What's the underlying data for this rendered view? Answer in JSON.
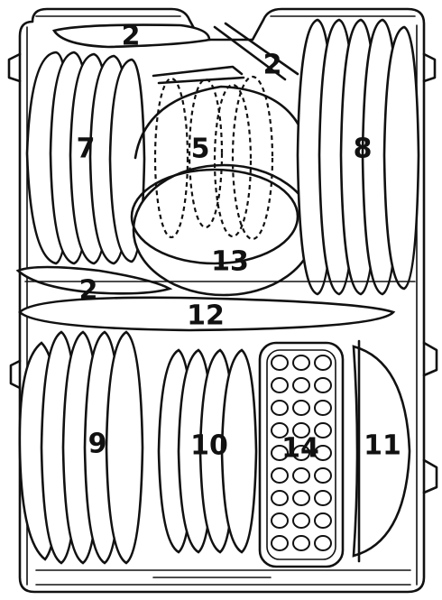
{
  "labels": {
    "cup_shelf_top": "2",
    "cup_shelf_right": "2",
    "cup_shelf_left": "2",
    "upper_plates_left": "7",
    "upper_plates_right": "8",
    "glasses": "5",
    "bowl": "13",
    "upper_tray": "12",
    "lower_plates_left": "9",
    "lower_plates_middle": "10",
    "cutlery_basket": "14",
    "lower_bowl_right": "11"
  },
  "colors": {
    "stroke": "#111111",
    "background": "#ffffff"
  }
}
